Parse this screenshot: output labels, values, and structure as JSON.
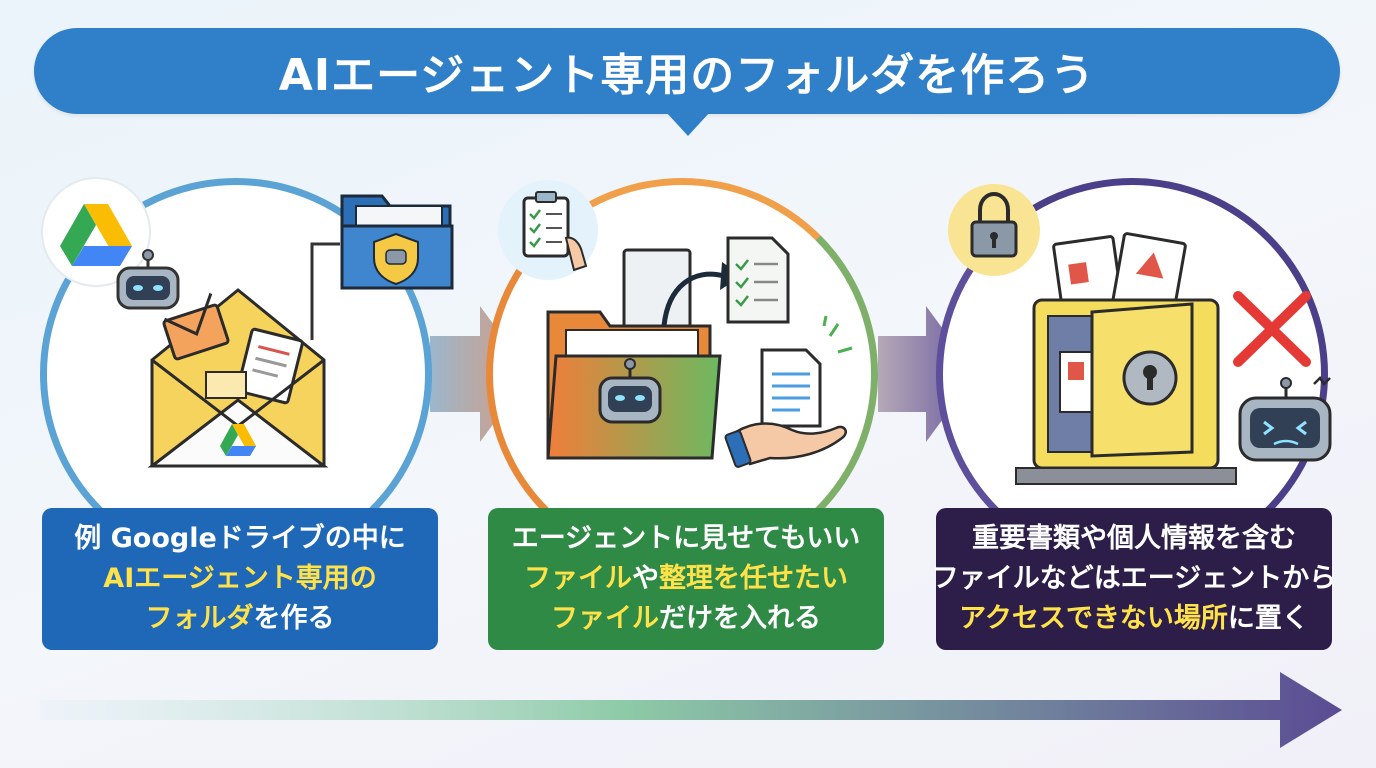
{
  "title": "AIエージェント専用のフォルダを作ろう",
  "steps": [
    {
      "lines": [
        {
          "parts": [
            {
              "text": "例 Googleドライブの中に",
              "hl": false
            }
          ]
        },
        {
          "parts": [
            {
              "text": "AIエージェント専用の",
              "hl": true
            }
          ]
        },
        {
          "parts": [
            {
              "text": "フォルダ",
              "hl": true
            },
            {
              "text": "を作る",
              "hl": false
            }
          ]
        }
      ],
      "icons": [
        "google-drive-icon",
        "robot-icon",
        "envelope-icon",
        "shield-folder-icon"
      ]
    },
    {
      "lines": [
        {
          "parts": [
            {
              "text": "エージェントに見せてもいい",
              "hl": false
            }
          ]
        },
        {
          "parts": [
            {
              "text": "ファイル",
              "hl": true
            },
            {
              "text": "や",
              "hl": false
            },
            {
              "text": "整理を任せたい",
              "hl": true
            }
          ]
        },
        {
          "parts": [
            {
              "text": "ファイル",
              "hl": true
            },
            {
              "text": "だけを入れる",
              "hl": false
            }
          ]
        }
      ],
      "icons": [
        "checklist-icon",
        "robot-folder-icon",
        "document-icon",
        "hand-icon"
      ]
    },
    {
      "lines": [
        {
          "parts": [
            {
              "text": "重要書類や個人情報を含む",
              "hl": false
            }
          ]
        },
        {
          "parts": [
            {
              "text": "ファイルなどはエージェントから",
              "hl": false
            }
          ]
        },
        {
          "parts": [
            {
              "text": "アクセスできない場所",
              "hl": true
            },
            {
              "text": "に置く",
              "hl": false
            }
          ]
        }
      ],
      "icons": [
        "lock-icon",
        "safe-icon",
        "cross-icon",
        "robot-icon"
      ]
    }
  ],
  "colors": {
    "banner": "#2f7fc9",
    "step1": "#1f68b7",
    "step2": "#2f8a46",
    "step3": "#2c1d49",
    "highlight": "#ffe24a"
  }
}
